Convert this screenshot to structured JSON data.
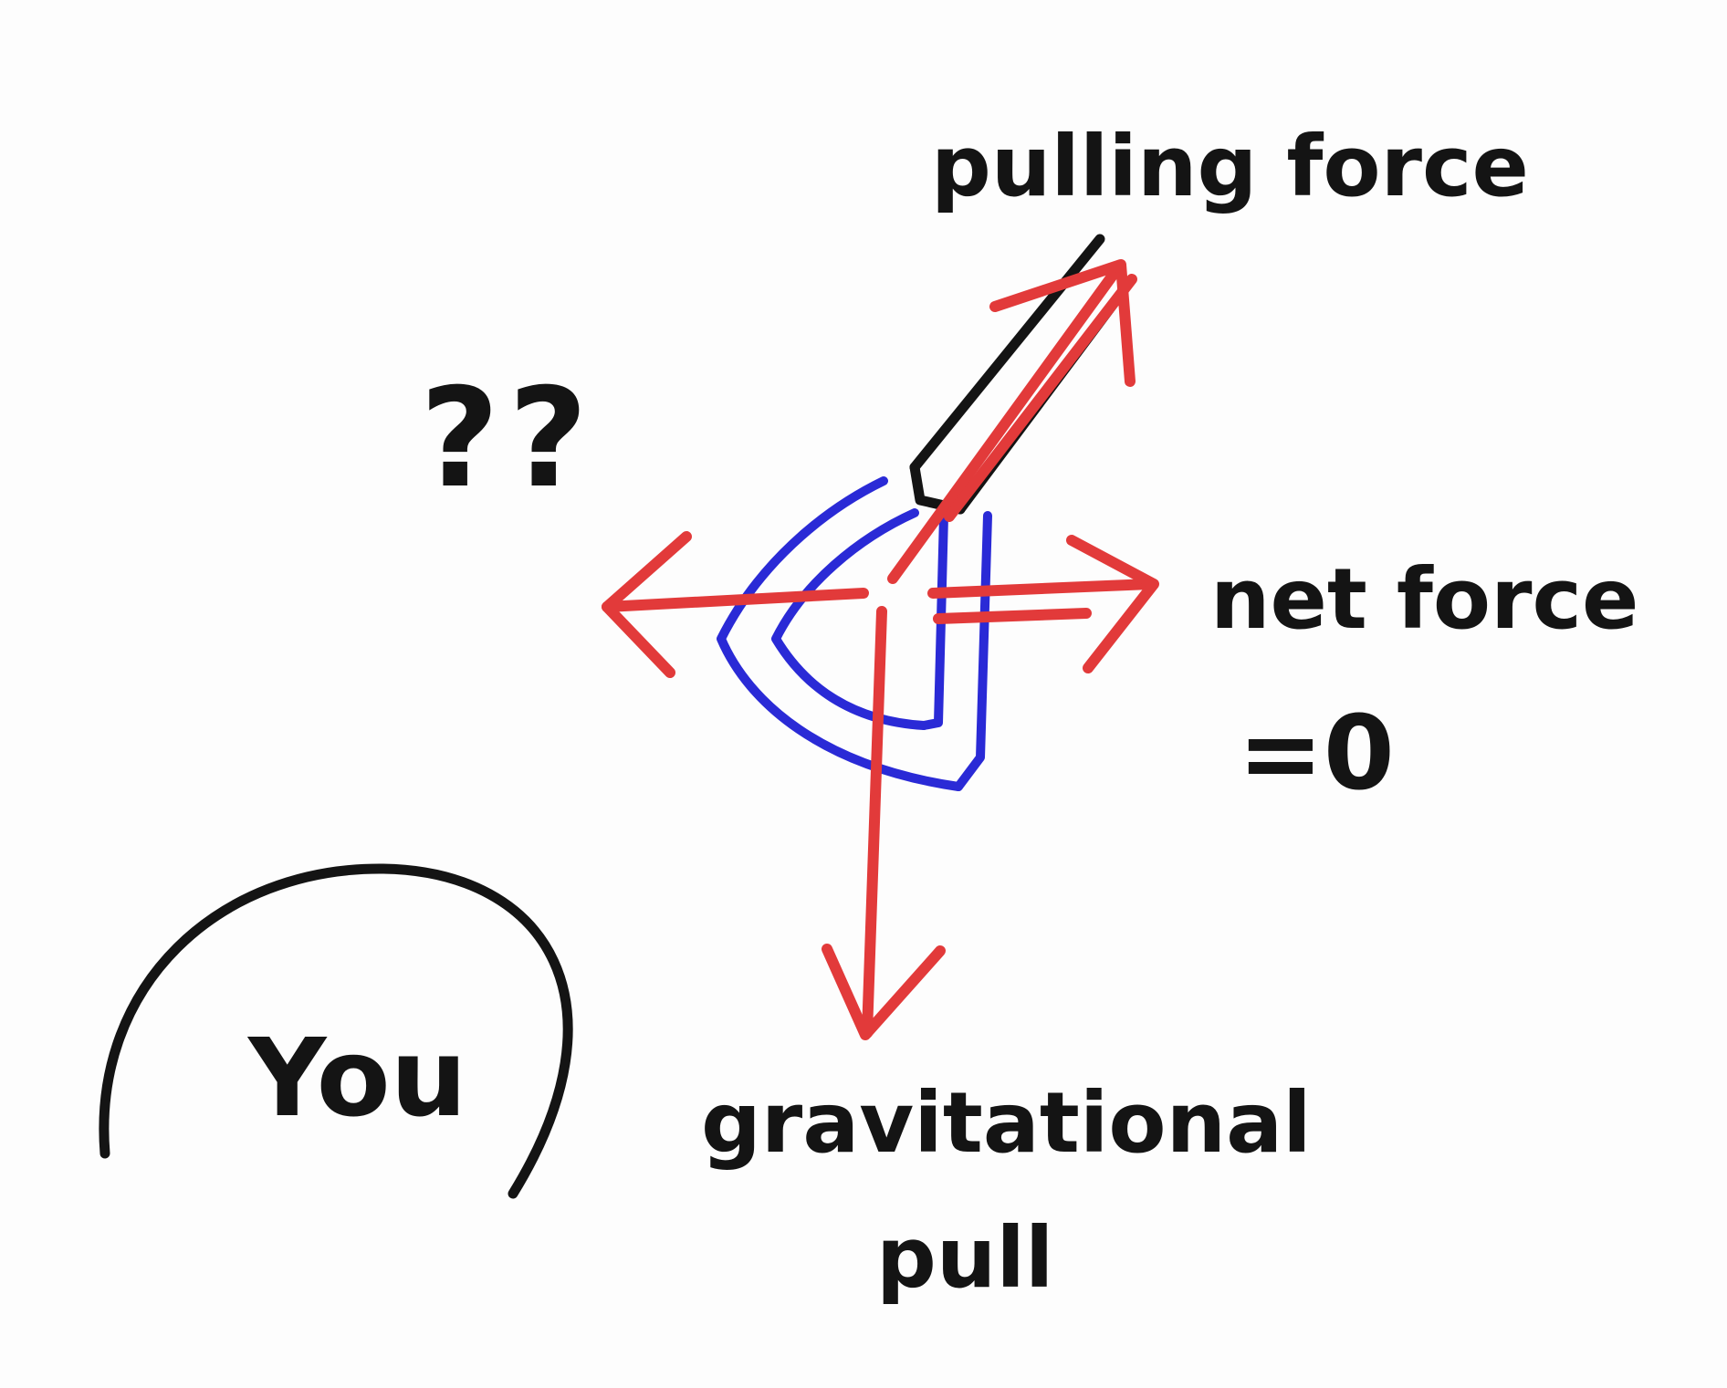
{
  "colors": {
    "paper": "#fdfdfd",
    "ink_black": "#141414",
    "ink_red": "#e23a3a",
    "ink_blue": "#2a2ad6"
  },
  "labels": {
    "pulling_force": "pulling force",
    "question": "??",
    "net_force_line1": "net force",
    "net_force_line2": "=0",
    "gravitational_line1": "gravitational",
    "gravitational_line2": "pull",
    "you": "You"
  }
}
